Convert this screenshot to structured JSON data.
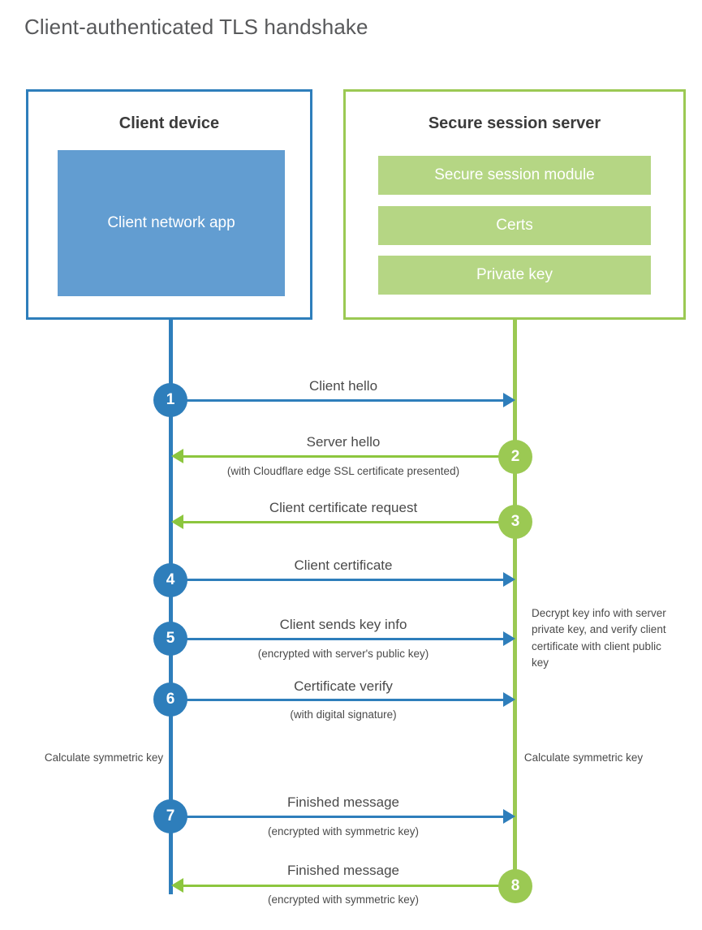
{
  "title": "Client-authenticated TLS handshake",
  "client": {
    "box_title": "Client device",
    "app_label": "Client network app",
    "accent": "#2e7ebb",
    "app_fill": "#629dd1"
  },
  "server": {
    "box_title": "Secure session server",
    "accent": "#9bc953",
    "bar_fill": "#b5d684",
    "components": [
      {
        "label": "Secure session module"
      },
      {
        "label": "Certs"
      },
      {
        "label": "Private key"
      }
    ]
  },
  "steps": [
    {
      "number": "1",
      "label": "Client hello",
      "sub": "",
      "direction": "right",
      "color": "blue"
    },
    {
      "number": "2",
      "label": "Server hello",
      "sub": "(with Cloudflare edge SSL certificate presented)",
      "direction": "left",
      "color": "green"
    },
    {
      "number": "3",
      "label": "Client certificate request",
      "sub": "",
      "direction": "left",
      "color": "green"
    },
    {
      "number": "4",
      "label": "Client certificate",
      "sub": "",
      "direction": "right",
      "color": "blue"
    },
    {
      "number": "5",
      "label": "Client sends key info",
      "sub": "(encrypted with server's public key)",
      "direction": "right",
      "color": "blue"
    },
    {
      "number": "6",
      "label": "Certificate verify",
      "sub": "(with digital signature)",
      "direction": "right",
      "color": "blue"
    },
    {
      "number": "7",
      "label": "Finished message",
      "sub": "(encrypted with symmetric key)",
      "direction": "right",
      "color": "blue"
    },
    {
      "number": "8",
      "label": "Finished message",
      "sub": "(encrypted with symmetric key)",
      "direction": "left",
      "color": "green"
    }
  ],
  "notes": {
    "server_decrypt": "Decrypt key info with server private key, and verify client certificate with client public key",
    "client_calc": "Calculate symmetric key",
    "server_calc": "Calculate symmetric key"
  }
}
